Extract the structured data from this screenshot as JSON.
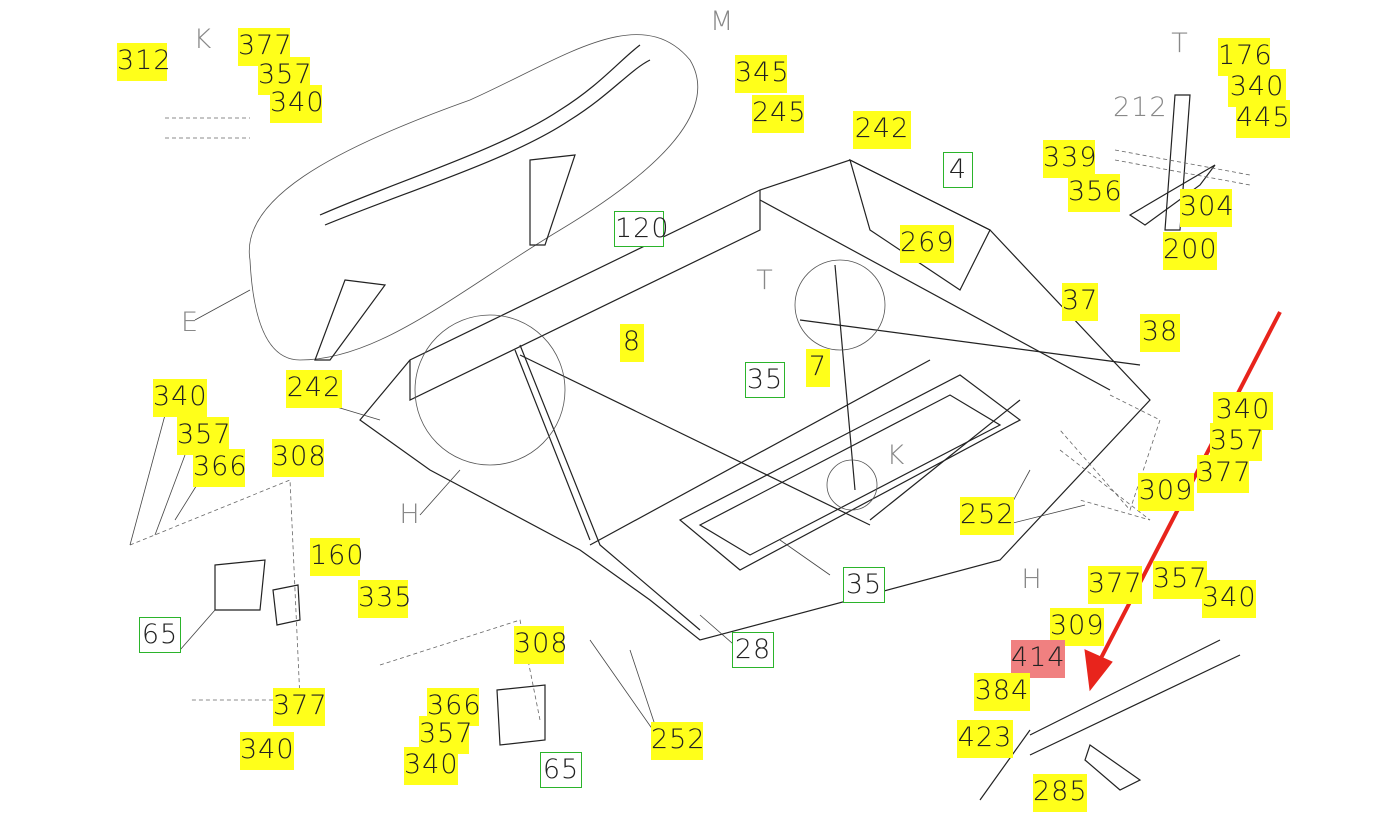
{
  "labels": {
    "view_K_top": "K",
    "view_M": "M",
    "view_T_top": "T",
    "view_E": "E",
    "view_T": "T",
    "view_K": "K",
    "view_H": "H",
    "view_H_detail": "H",
    "p212": "212",
    "y312": "312",
    "y377a": "377",
    "y357a": "357",
    "y340a": "340",
    "y345": "345",
    "y245": "245",
    "y242a": "242",
    "y176": "176",
    "y340b": "340",
    "y445": "445",
    "y339": "339",
    "y356": "356",
    "y304": "304",
    "y200": "200",
    "y269": "269",
    "y37": "37",
    "y38": "38",
    "y8": "8",
    "y7": "7",
    "y242b": "242",
    "y340c": "340",
    "y357c": "357",
    "y366c": "366",
    "y308c": "308",
    "y160": "160",
    "y335": "335",
    "y377c": "377",
    "y340d": "340",
    "y340e": "340",
    "y357e": "357",
    "y377e": "377",
    "y309e": "309",
    "y252e": "252",
    "y377h": "377",
    "y357h": "357",
    "y340h": "340",
    "y309h": "309",
    "r414": "414",
    "y384": "384",
    "y423": "423",
    "y285": "285",
    "y308f": "308",
    "y366f": "366",
    "y357f": "357",
    "y340f": "340",
    "y252f": "252",
    "g120": "120",
    "g4": "4",
    "g35a": "35",
    "g35b": "35",
    "g28": "28",
    "g65a": "65",
    "g65b": "65"
  },
  "colors": {
    "part_label": "#ffff1a",
    "highlight_label": "#f08080",
    "assembly_label_border": "#2bb42b",
    "arrow": "#e8241c"
  }
}
